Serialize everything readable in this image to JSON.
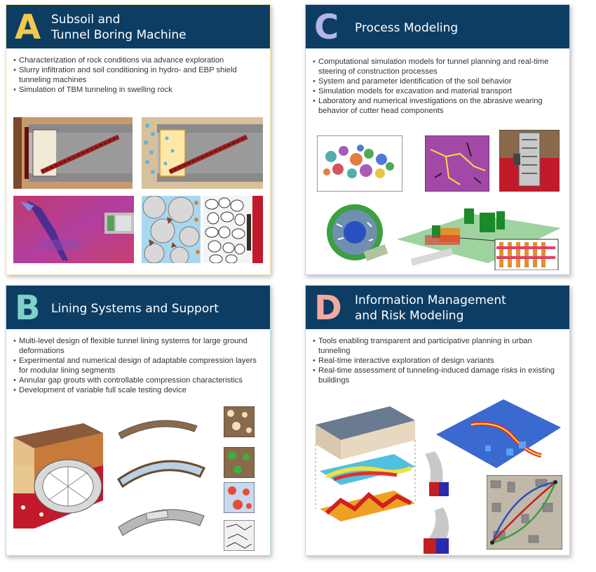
{
  "panels": {
    "a": {
      "letter": "A",
      "title_lines": [
        "Subsoil and",
        "Tunnel Boring Machine"
      ],
      "bullets": [
        "Characterization of rock conditions via advance exploration",
        "Slurry infiltration and soil conditioning in hydro- and EBP shield tunneling machines",
        "Simulation of TBM tunneling in swelling rock"
      ]
    },
    "b": {
      "letter": "B",
      "title_lines": [
        "Lining Systems and Support"
      ],
      "bullets": [
        "Multi-level design of flexible tunnel lining systems for large ground deformations",
        "Experimental and numerical design of adaptable compression layers for modular lining segments",
        "Annular gap grouts with controllable compression characteristics",
        "Development of variable full scale testing device"
      ]
    },
    "c": {
      "letter": "C",
      "title_lines": [
        "Process Modeling"
      ],
      "bullets": [
        "Computational simulation models for tunnel planning and real-time steering of construction processes",
        "System and parameter identification of the soil behavior",
        "Simulation models for excavation and material transport",
        "Laboratory and numerical investigations on the abrasive wearing behavior of cutter head components"
      ]
    },
    "d": {
      "letter": "D",
      "title_lines": [
        "Information Management",
        "and Risk Modeling"
      ],
      "bullets": [
        "Tools enabling transparent and participative planning in urban tunneling",
        "Real-time interactive exploration of design variants",
        "Real-time assessment of tunneling-induced damage risks in existing buildings"
      ]
    }
  },
  "colors": {
    "header": "#0d3d63",
    "a_letter": "#f2c94c",
    "a_border": "#efe2a6",
    "b_letter": "#7fd0c9",
    "b_border": "#b7dcd8",
    "c_letter": "#b7b4e6",
    "c_border": "#c7c6ea",
    "d_letter": "#f2a9a0",
    "d_border": "#f0c6c0"
  }
}
